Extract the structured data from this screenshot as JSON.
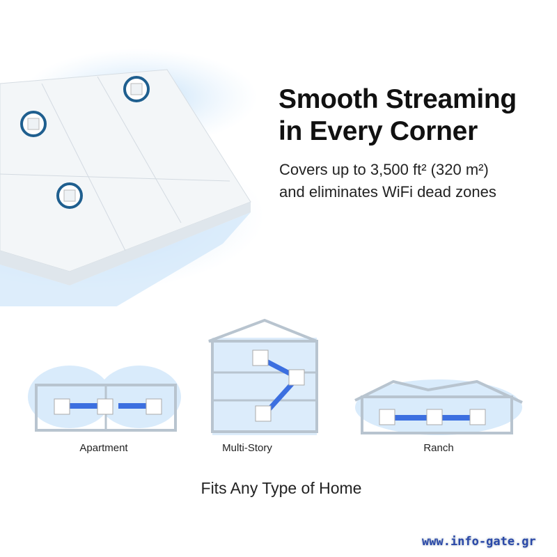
{
  "headline": {
    "line1": "Smooth Streaming",
    "line2": "in Every Corner"
  },
  "subtitle": {
    "line1": "Covers up to 3,500 ft² (320 m²)",
    "line2": "and eliminates WiFi dead zones"
  },
  "home_types": [
    {
      "label": "Apartment"
    },
    {
      "label": "Multi-Story"
    },
    {
      "label": "Ranch"
    }
  ],
  "footer_caption": "Fits Any Type of Home",
  "watermark": "www.info-gate.gr",
  "colors": {
    "accent": "#4aa3e6",
    "router_ring": "#1f5f8f",
    "wifi_glow": "#bcdcf7"
  }
}
